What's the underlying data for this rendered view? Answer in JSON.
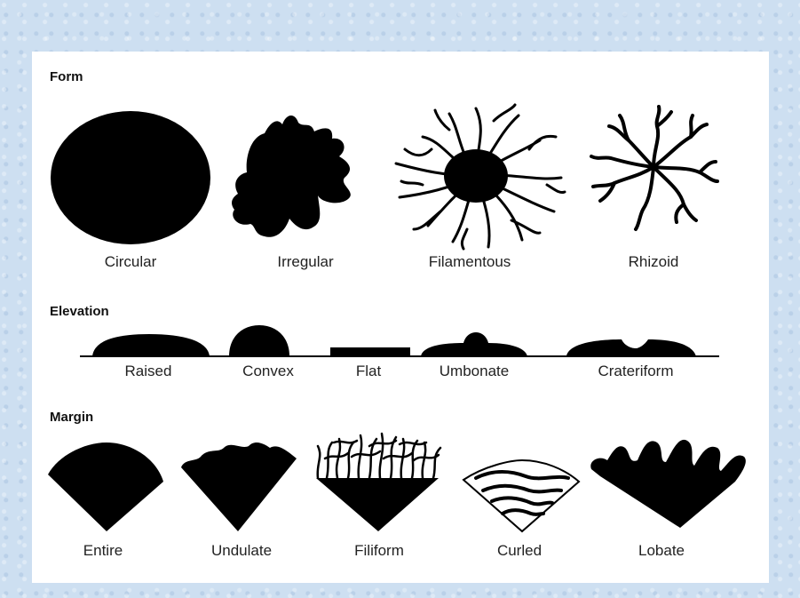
{
  "sections": {
    "form": {
      "title": "Form",
      "labels": [
        "Circular",
        "Irregular",
        "Filamentous",
        "Rhizoid"
      ]
    },
    "elevation": {
      "title": "Elevation",
      "labels": [
        "Raised",
        "Convex",
        "Flat",
        "Umbonate",
        "Crateriform"
      ]
    },
    "margin": {
      "title": "Margin",
      "labels": [
        "Entire",
        "Undulate",
        "Filiform",
        "Curled",
        "Lobate"
      ]
    }
  },
  "colors": {
    "ink": "#000000",
    "frame": "#cddff1",
    "panel": "#ffffff"
  }
}
